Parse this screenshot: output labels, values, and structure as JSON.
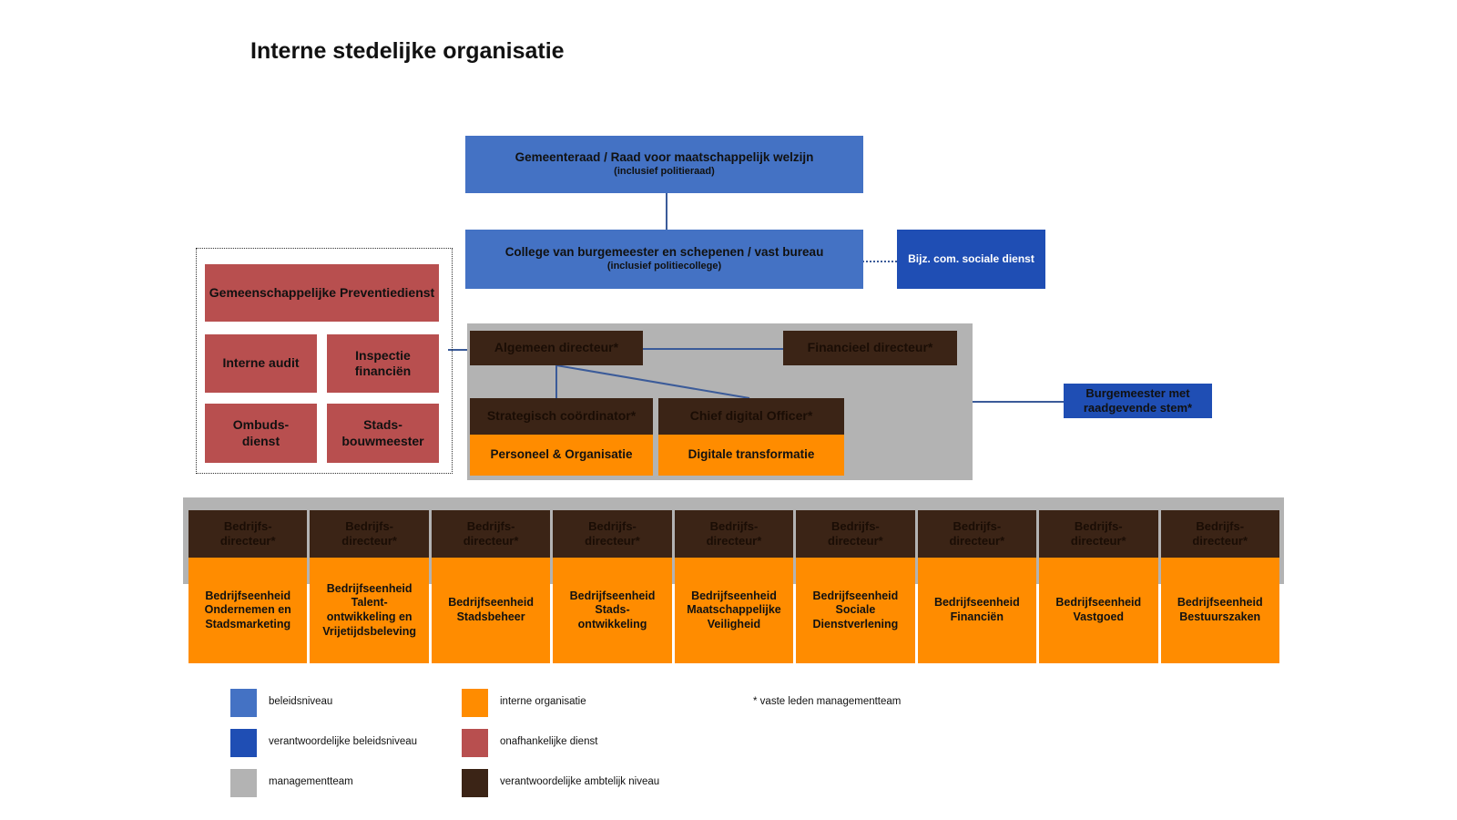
{
  "title": "Interne stedelijke organisatie",
  "colors": {
    "beleidsniveau": "#4472c4",
    "verantwoordelijk_beleidsniveau": "#1f4eb4",
    "managementteam": "#b3b3b3",
    "interne_organisatie": "#ff8c00",
    "onafhankelijke_dienst": "#b84f4f",
    "verantwoordelijk_ambtelijk": "#3b2416"
  },
  "top": {
    "gemeenteraad": {
      "line1": "Gemeenteraad / Raad voor maatschappelijk welzijn",
      "line2": "(inclusief politieraad)"
    },
    "college": {
      "line1": "College van burgemeester en schepenen / vast bureau",
      "line2": "(inclusief politiecollege)"
    },
    "bijz_com": "Bijz. com. sociale dienst"
  },
  "independent": {
    "preventie": "Gemeenschappelijke Preventiedienst",
    "audit": "Interne audit",
    "inspectie": "Inspectie financiën",
    "ombuds": "Ombuds-dienst",
    "stads": "Stads-bouwmeester"
  },
  "management": {
    "algemeen": "Algemeen directeur*",
    "financieel": "Financieel directeur*",
    "strategisch": "Strategisch coördinator*",
    "chief": "Chief digital Officer*",
    "personeel": "Personeel & Organisatie",
    "digitale": "Digitale transformatie"
  },
  "burgemeester": "Burgemeester met raadgevende stem*",
  "units": [
    {
      "director": "Bedrijfs-directeur*",
      "unit": "Bedrijfseenheid Ondernemen en Stadsmarketing"
    },
    {
      "director": "Bedrijfs-directeur*",
      "unit": "Bedrijfseenheid Talent-ontwikkeling en Vrijetijdsbeleving"
    },
    {
      "director": "Bedrijfs-directeur*",
      "unit": "Bedrijfseenheid Stadsbeheer"
    },
    {
      "director": "Bedrijfs-directeur*",
      "unit": "Bedrijfseenheid Stads-ontwikkeling"
    },
    {
      "director": "Bedrijfs-directeur*",
      "unit": "Bedrijfseenheid Maatschappelijke Veiligheid"
    },
    {
      "director": "Bedrijfs-directeur*",
      "unit": "Bedrijfseenheid Sociale Dienstverlening"
    },
    {
      "director": "Bedrijfs-directeur*",
      "unit": "Bedrijfseenheid Financiën"
    },
    {
      "director": "Bedrijfs-directeur*",
      "unit": "Bedrijfseenheid Vastgoed"
    },
    {
      "director": "Bedrijfs-directeur*",
      "unit": "Bedrijfseenheid Bestuurszaken"
    }
  ],
  "legend": {
    "beleidsniveau": "beleidsniveau",
    "verantwoordelijk_beleidsniveau": "verantwoordelijke beleidsniveau",
    "managementteam": "managementteam",
    "interne_organisatie": "interne organisatie",
    "onafhankelijke_dienst": "onafhankelijke dienst",
    "verantwoordelijk_ambtelijk": "verantwoordelijke ambtelijk niveau",
    "note": "* vaste leden managementteam"
  }
}
